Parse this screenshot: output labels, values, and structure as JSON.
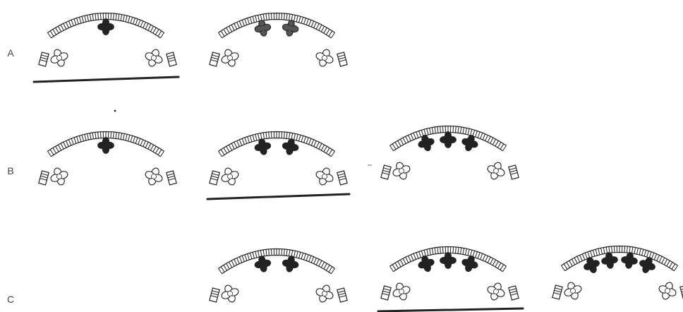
{
  "rows": [
    {
      "label": "A",
      "arrangements": [
        {
          "dark_units": [
            {
              "t": 0.5,
              "shade": "dark"
            }
          ]
        },
        {
          "dark_units": [
            {
              "t": 0.36,
              "shade": "mottled"
            },
            {
              "t": 0.64,
              "shade": "mottled"
            }
          ]
        }
      ]
    },
    {
      "label": "B",
      "arrangements": [
        {
          "dark_units": [
            {
              "t": 0.5,
              "shade": "dark"
            }
          ]
        },
        {
          "dark_units": [
            {
              "t": 0.36,
              "shade": "dark"
            },
            {
              "t": 0.64,
              "shade": "dark"
            }
          ]
        },
        {
          "dark_units": [
            {
              "t": 0.28,
              "shade": "dark"
            },
            {
              "t": 0.5,
              "shade": "dark"
            },
            {
              "t": 0.72,
              "shade": "dark"
            }
          ]
        }
      ]
    },
    {
      "label": "C",
      "arrangements": [
        {
          "dark_units": [
            {
              "t": 0.36,
              "shade": "dark"
            },
            {
              "t": 0.64,
              "shade": "dark"
            }
          ]
        },
        {
          "dark_units": [
            {
              "t": 0.28,
              "shade": "dark"
            },
            {
              "t": 0.5,
              "shade": "dark"
            },
            {
              "t": 0.72,
              "shade": "dark"
            }
          ]
        },
        {
          "dark_units": [
            {
              "t": 0.22,
              "shade": "dark"
            },
            {
              "t": 0.4,
              "shade": "dark"
            },
            {
              "t": 0.6,
              "shade": "dark"
            },
            {
              "t": 0.78,
              "shade": "dark"
            }
          ]
        }
      ]
    }
  ],
  "colors": {
    "ink": "#222222",
    "mottled": "#555555",
    "paper": "#ffffff"
  },
  "icons": {
    "dark_unit": "filled-cross-icon",
    "open_unit": "outline-cross-icon",
    "side_block": "striped-block-icon"
  }
}
